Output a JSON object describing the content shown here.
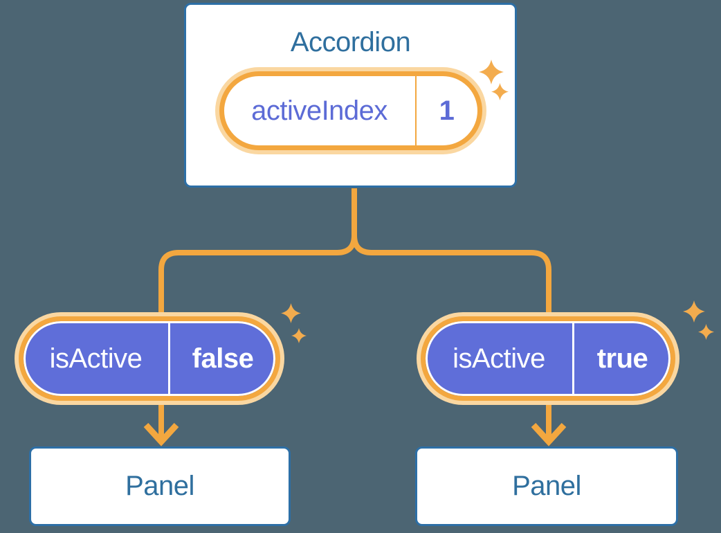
{
  "colors": {
    "background": "#4C6573",
    "blue-border": "#2D6FA6",
    "blue-text": "#2F6F9E",
    "orange": "#F3A73F",
    "orange-halo": "#FAD7A1",
    "sparkle": "#F3AC4E",
    "purple-fill": "#5F6ED9",
    "purple-text": "#5C6BD6",
    "white": "#FFFFFF"
  },
  "root_component": {
    "title": "Accordion",
    "state": {
      "name": "activeIndex",
      "value": "1"
    }
  },
  "children": [
    {
      "prop": {
        "name": "isActive",
        "value": "false"
      },
      "component": {
        "title": "Panel"
      }
    },
    {
      "prop": {
        "name": "isActive",
        "value": "true"
      },
      "component": {
        "title": "Panel"
      }
    }
  ],
  "icons": {
    "sparkle": "sparkle-icon",
    "arrow": "arrow-down-icon"
  }
}
